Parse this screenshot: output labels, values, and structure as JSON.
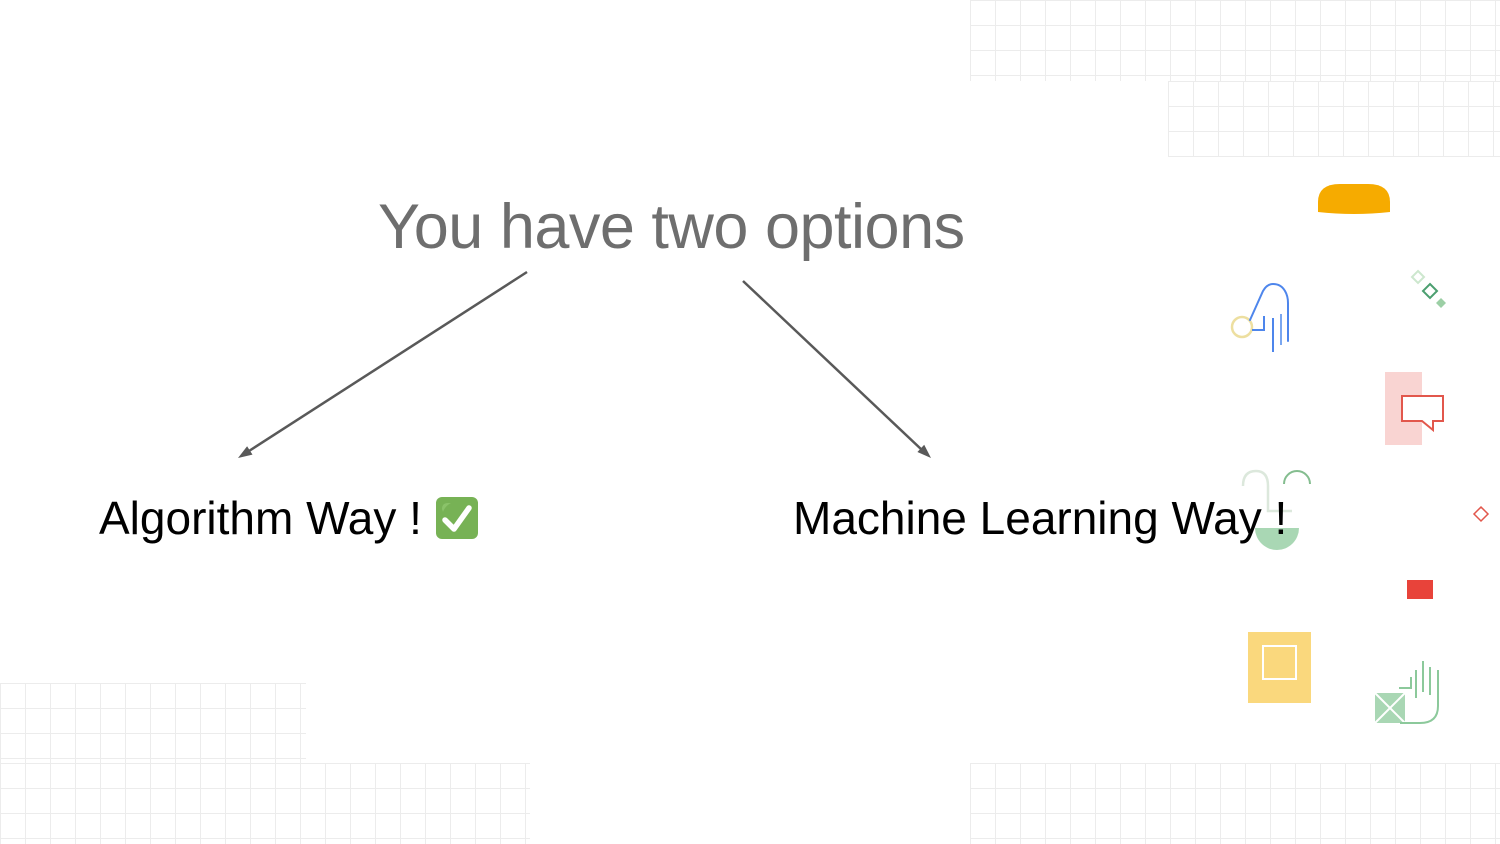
{
  "slide": {
    "title": "You have two options",
    "options": [
      {
        "label": "Algorithm Way !",
        "check": true
      },
      {
        "label": "Machine Learning Way !",
        "check": false
      }
    ]
  },
  "colors": {
    "title_text": "#6E6E6E",
    "body_text": "#000000",
    "arrow": "#595959",
    "grid_line": "#ECECEC",
    "yellow_dome": "#F6AB00",
    "hand_line_blue": "#4E86EC",
    "hand_line_blue_light": "#7BA7F0",
    "hand_circle_yellow": "#EDDFA0",
    "diamond_outline_light": "#CDE7CE",
    "diamond_outline_dark": "#4C9F70",
    "diamond_fill_green": "#9CCFA5",
    "pink_panel": "#F9D4D2",
    "speech_bubble_red": "#E2574C",
    "face_arc_light": "#DCE8DC",
    "face_arc_dark": "#84BD8F",
    "face_mouth_green": "#A9D7B4",
    "red_diamond": "#E2574C",
    "red_square": "#E8433A",
    "yellow_square": "#FAD87D",
    "envelope_green": "#A9D7B4",
    "envelope_hand_line": "#8CC99B",
    "check_emoji_green": "#77B255",
    "check_emoji_mark": "#FFFFFF"
  },
  "icons": {
    "check_emoji": "white-check-on-green-box"
  }
}
